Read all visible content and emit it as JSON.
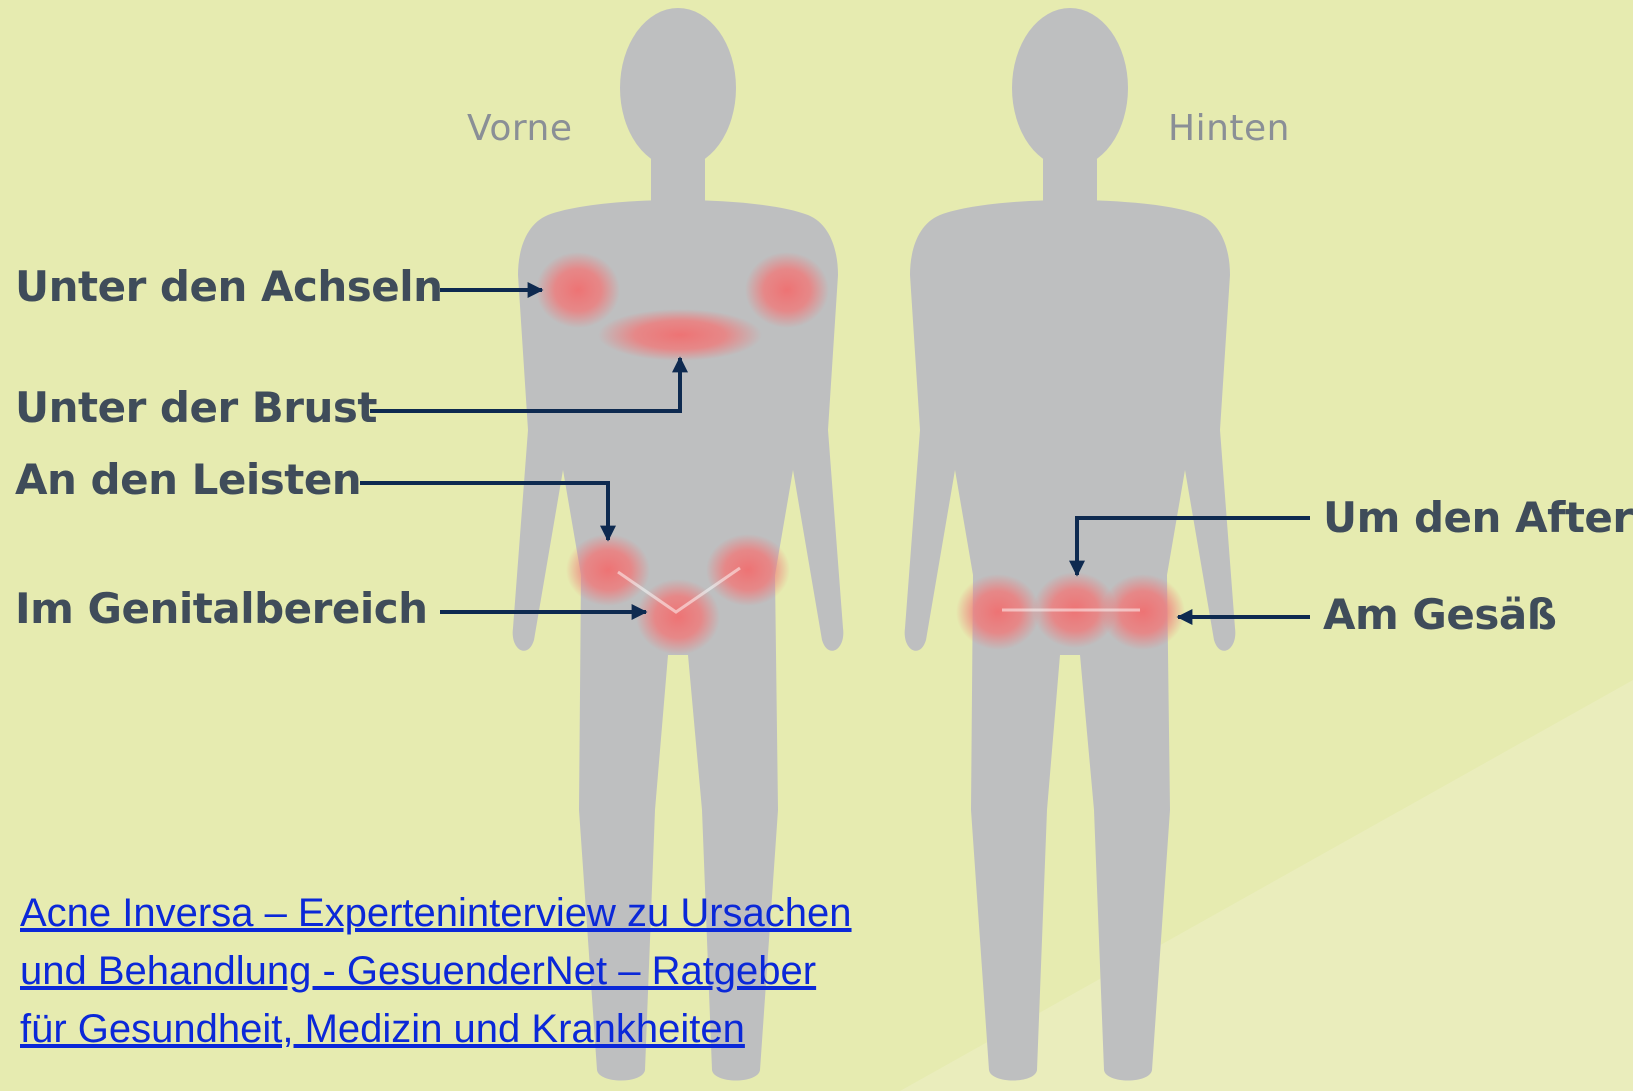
{
  "views": {
    "front": "Vorne",
    "back": "Hinten"
  },
  "callouts": {
    "armpits": "Unter den Achseln",
    "breast": "Unter der Brust",
    "groin": "An den Leisten",
    "genital": "Im Genitalbereich",
    "anus": "Um den After",
    "buttocks": "Am Gesäß"
  },
  "source": {
    "lines": [
      "Acne Inversa – Experteninterview zu Ursachen",
      "und Behandlung - GesuenderNet – Ratgeber",
      "für Gesundheit, Medizin und Krankheiten"
    ]
  },
  "colors": {
    "background": "#e6ebb0",
    "body": "#bebfc0",
    "inflamed_area": "#f07a7a",
    "arrow": "#0e2a50",
    "label_text": "#3f4c5a",
    "link": "#0b28d8"
  }
}
